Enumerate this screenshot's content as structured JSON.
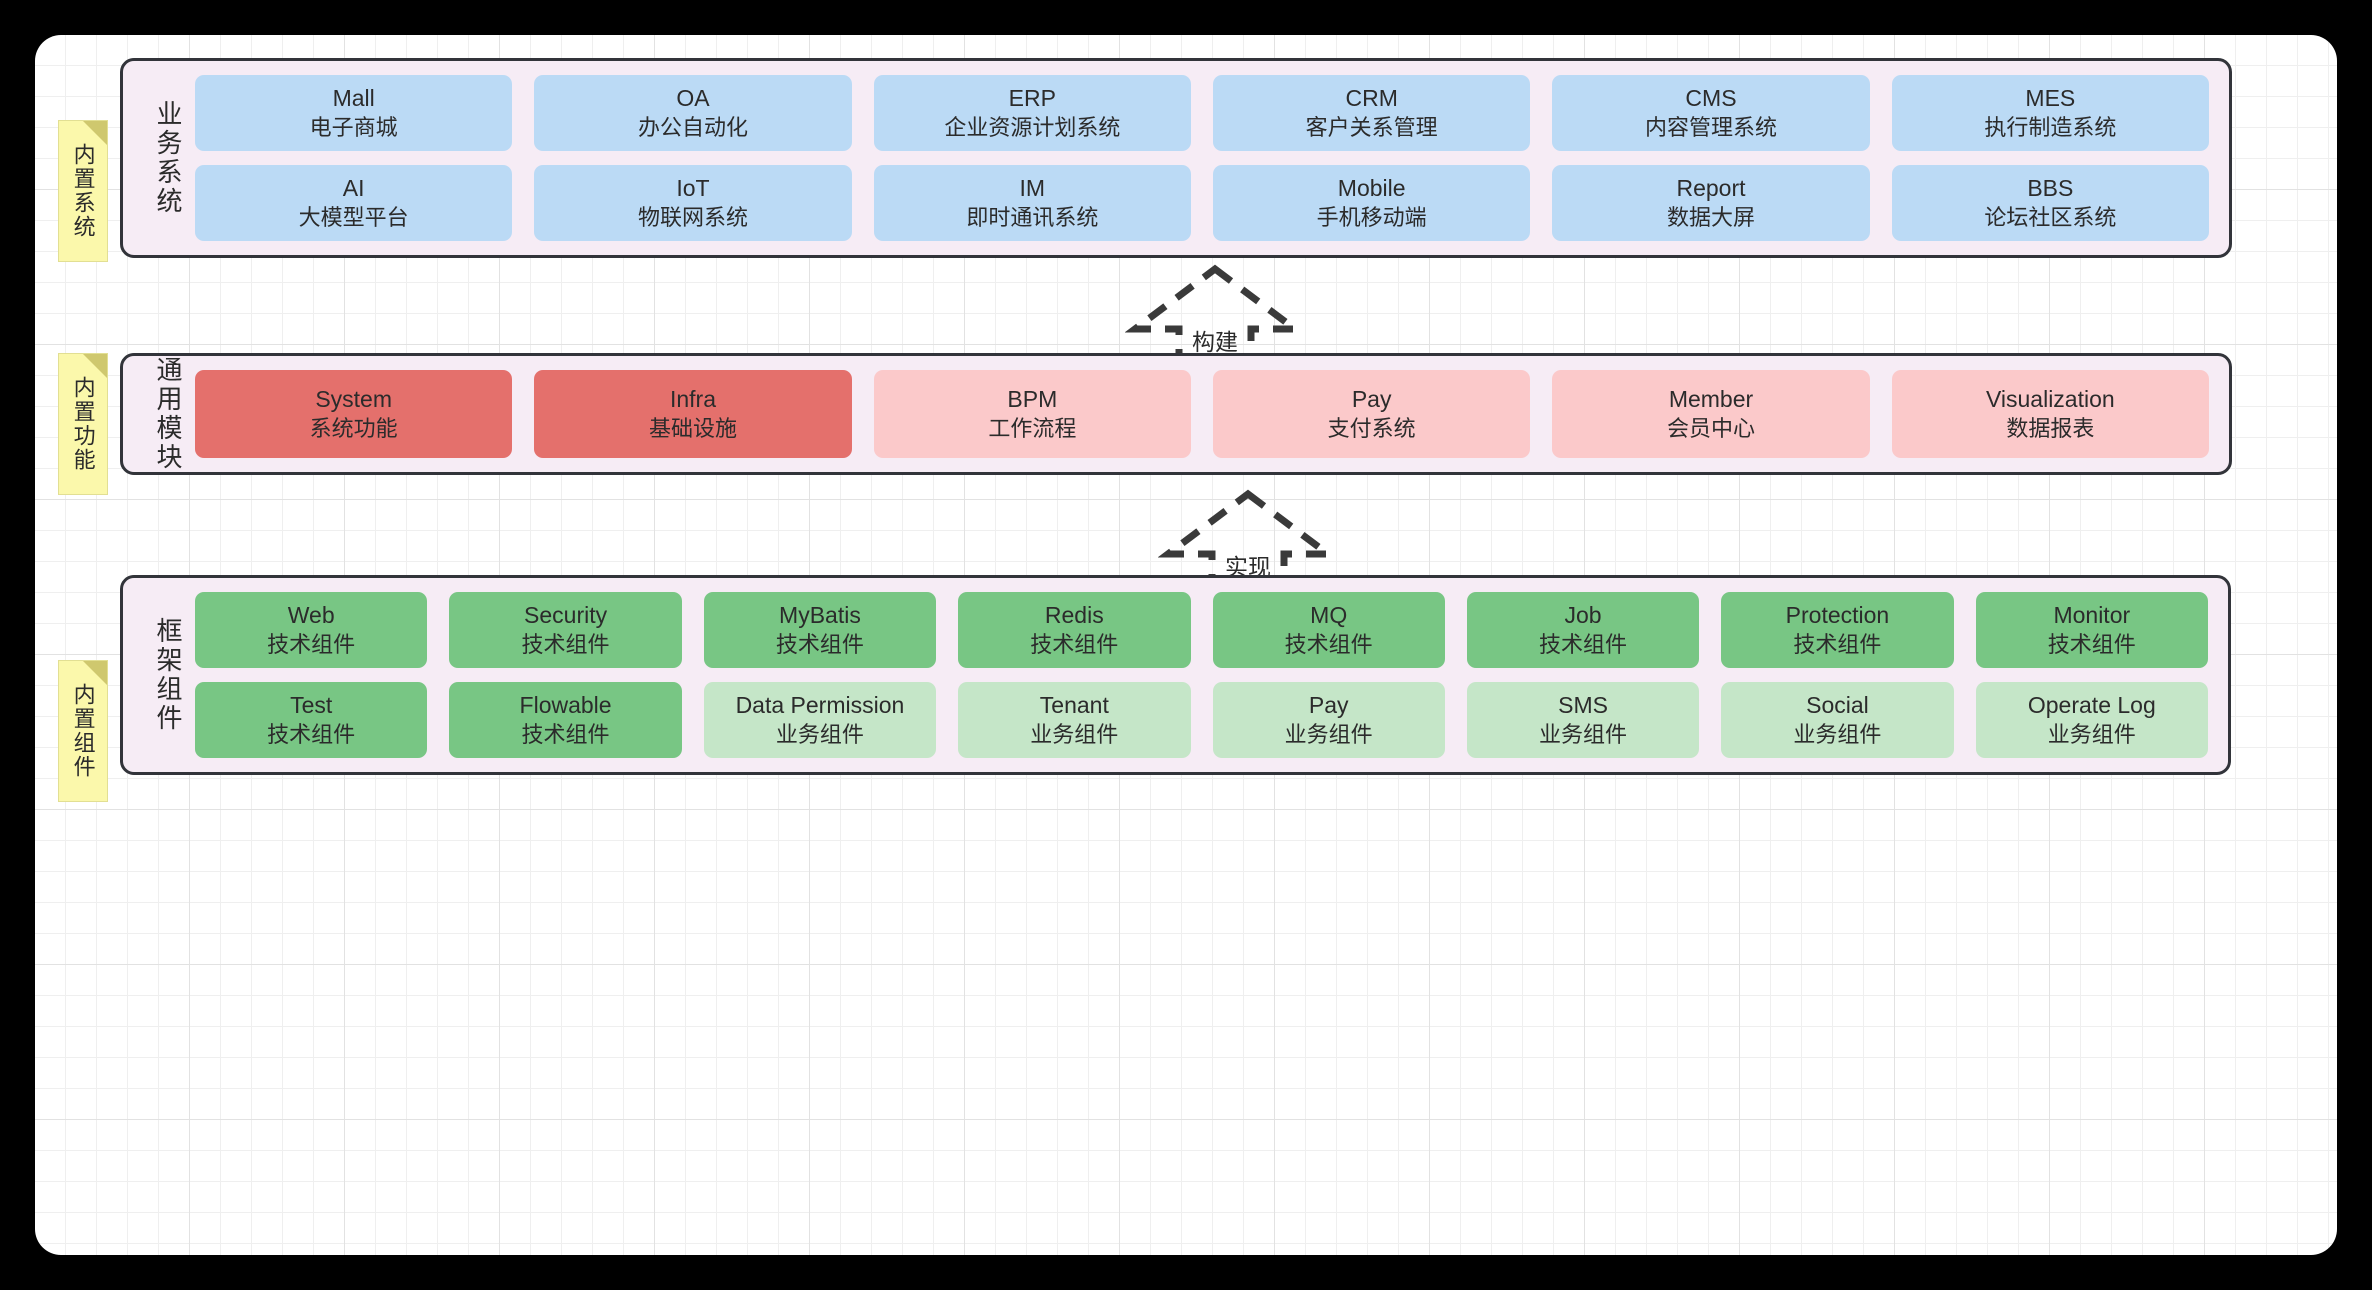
{
  "canvas": {
    "background_color": "#ffffff",
    "grid_color": "#e8e8e8",
    "page_background": "#000000"
  },
  "colors": {
    "section_fill": "#f6ecf5",
    "section_border": "#32343a",
    "blue": "#bbdaf5",
    "red": "#e4706c",
    "pink": "#fbc9ca",
    "green": "#78c684",
    "light_green": "#c5e6c8",
    "sticky": "#fbf8ab",
    "sticky_fold": "#cfc86e",
    "text": "#2b2b2b"
  },
  "sections": [
    {
      "sticky_label": "内置系统",
      "group_label": "业务系统",
      "columns": 6,
      "nodes": [
        {
          "en": "Mall",
          "cn": "电子商城",
          "color": "blue"
        },
        {
          "en": "OA",
          "cn": "办公自动化",
          "color": "blue"
        },
        {
          "en": "ERP",
          "cn": "企业资源计划系统",
          "color": "blue"
        },
        {
          "en": "CRM",
          "cn": "客户关系管理",
          "color": "blue"
        },
        {
          "en": "CMS",
          "cn": "内容管理系统",
          "color": "blue"
        },
        {
          "en": "MES",
          "cn": "执行制造系统",
          "color": "blue"
        },
        {
          "en": "AI",
          "cn": "大模型平台",
          "color": "blue"
        },
        {
          "en": "IoT",
          "cn": "物联网系统",
          "color": "blue"
        },
        {
          "en": "IM",
          "cn": "即时通讯系统",
          "color": "blue"
        },
        {
          "en": "Mobile",
          "cn": "手机移动端",
          "color": "blue"
        },
        {
          "en": "Report",
          "cn": "数据大屏",
          "color": "blue"
        },
        {
          "en": "BBS",
          "cn": "论坛社区系统",
          "color": "blue"
        }
      ]
    },
    {
      "sticky_label": "内置功能",
      "group_label": "通用模块",
      "columns": 6,
      "nodes": [
        {
          "en": "System",
          "cn": "系统功能",
          "color": "red"
        },
        {
          "en": "Infra",
          "cn": "基础设施",
          "color": "red"
        },
        {
          "en": "BPM",
          "cn": "工作流程",
          "color": "pink"
        },
        {
          "en": "Pay",
          "cn": "支付系统",
          "color": "pink"
        },
        {
          "en": "Member",
          "cn": "会员中心",
          "color": "pink"
        },
        {
          "en": "Visualization",
          "cn": "数据报表",
          "color": "pink"
        }
      ]
    },
    {
      "sticky_label": "内置组件",
      "group_label": "框架组件",
      "columns": 8,
      "nodes": [
        {
          "en": "Web",
          "cn": "技术组件",
          "color": "green"
        },
        {
          "en": "Security",
          "cn": "技术组件",
          "color": "green"
        },
        {
          "en": "MyBatis",
          "cn": "技术组件",
          "color": "green"
        },
        {
          "en": "Redis",
          "cn": "技术组件",
          "color": "green"
        },
        {
          "en": "MQ",
          "cn": "技术组件",
          "color": "green"
        },
        {
          "en": "Job",
          "cn": "技术组件",
          "color": "green"
        },
        {
          "en": "Protection",
          "cn": "技术组件",
          "color": "green"
        },
        {
          "en": "Monitor",
          "cn": "技术组件",
          "color": "green"
        },
        {
          "en": "Test",
          "cn": "技术组件",
          "color": "green"
        },
        {
          "en": "Flowable",
          "cn": "技术组件",
          "color": "green"
        },
        {
          "en": "Data Permission",
          "cn": "业务组件",
          "color": "light_green"
        },
        {
          "en": "Tenant",
          "cn": "业务组件",
          "color": "light_green"
        },
        {
          "en": "Pay",
          "cn": "业务组件",
          "color": "light_green"
        },
        {
          "en": "SMS",
          "cn": "业务组件",
          "color": "light_green"
        },
        {
          "en": "Social",
          "cn": "业务组件",
          "color": "light_green"
        },
        {
          "en": "Operate Log",
          "cn": "业务组件",
          "color": "light_green"
        }
      ]
    }
  ],
  "arrows": [
    {
      "label": "构建",
      "direction": "up"
    },
    {
      "label": "实现",
      "direction": "up"
    }
  ]
}
